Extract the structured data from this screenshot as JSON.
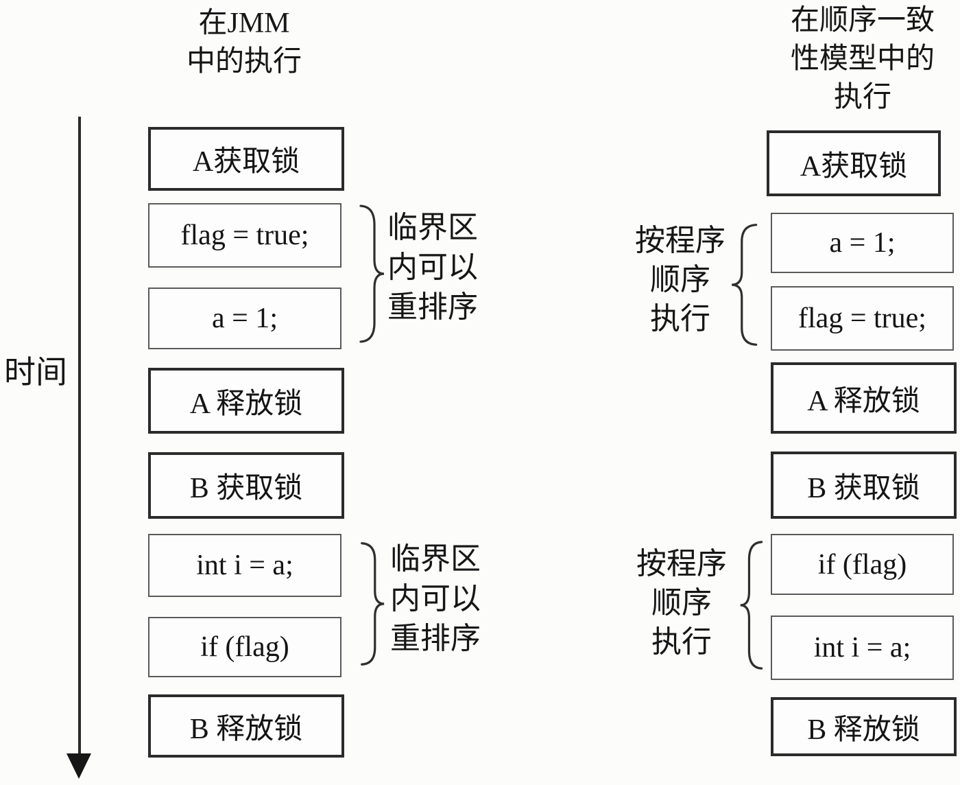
{
  "headers": {
    "left": {
      "line1": "在JMM",
      "line2": "中的执行"
    },
    "right": {
      "line1": "在顺序一致",
      "line2": "性模型中的",
      "line3": "执行"
    }
  },
  "timeline": {
    "label": "时间"
  },
  "columns": {
    "jmm": {
      "boxes": [
        {
          "label": "A获取锁"
        },
        {
          "label": "flag = true;"
        },
        {
          "label": "a = 1;"
        },
        {
          "label": "A 释放锁"
        },
        {
          "label": "B 获取锁"
        },
        {
          "label": "int i = a;"
        },
        {
          "label": "if (flag)"
        },
        {
          "label": "B 释放锁"
        }
      ],
      "annotations": [
        {
          "line1": "临界区",
          "line2": "内可以",
          "line3": "重排序"
        },
        {
          "line1": "临界区",
          "line2": "内可以",
          "line3": "重排序"
        }
      ]
    },
    "sequential": {
      "boxes": [
        {
          "label": "A获取锁"
        },
        {
          "label": "a = 1;"
        },
        {
          "label": "flag = true;"
        },
        {
          "label": "A 释放锁"
        },
        {
          "label": "B 获取锁"
        },
        {
          "label": "if (flag)"
        },
        {
          "label": "int i = a;"
        },
        {
          "label": "B 释放锁"
        }
      ],
      "annotations": [
        {
          "line1": "按程序",
          "line2": "顺序",
          "line3": "执行"
        },
        {
          "line1": "按程序",
          "line2": "顺序",
          "line3": "执行"
        }
      ]
    }
  },
  "colors": {
    "ink": "#1a1a1a",
    "box_border_strong": "#2b2b2b",
    "box_border_light": "#5a5a5a",
    "background": "#fcfcfb"
  }
}
